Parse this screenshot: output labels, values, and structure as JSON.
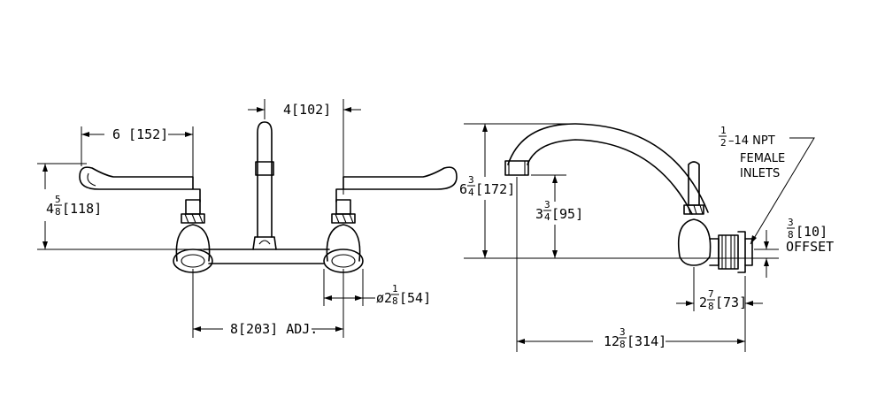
{
  "front_view": {
    "dim_spout_offset": {
      "value": "4[102]"
    },
    "dim_handle_reach": {
      "value": "6 [152]"
    },
    "dim_handle_height": {
      "whole": "4",
      "num": "5",
      "den": "8",
      "rest": "[118]"
    },
    "dim_centers": {
      "value": "8[203] ADJ."
    },
    "dim_flange_dia": {
      "prefix": "ø2",
      "num": "1",
      "den": "8",
      "rest": "[54]"
    }
  },
  "side_view": {
    "dim_spout_height": {
      "whole": "6",
      "num": "3",
      "den": "4",
      "rest": "[172]"
    },
    "dim_spout_clearance": {
      "whole": "3",
      "num": "3",
      "den": "4",
      "rest": "[95]"
    },
    "dim_inlet_depth": {
      "whole": "2",
      "num": "7",
      "den": "8",
      "rest": "[73]"
    },
    "dim_spout_reach": {
      "whole": "12",
      "num": "3",
      "den": "8",
      "rest": "[314]"
    },
    "dim_offset": {
      "whole": "",
      "num": "3",
      "den": "8",
      "rest": "[10]",
      "label": "OFFSET"
    },
    "note_inlets": {
      "num": "1",
      "den": "2",
      "line1": "–14 NPT",
      "line2": "FEMALE",
      "line3": "INLETS"
    }
  }
}
